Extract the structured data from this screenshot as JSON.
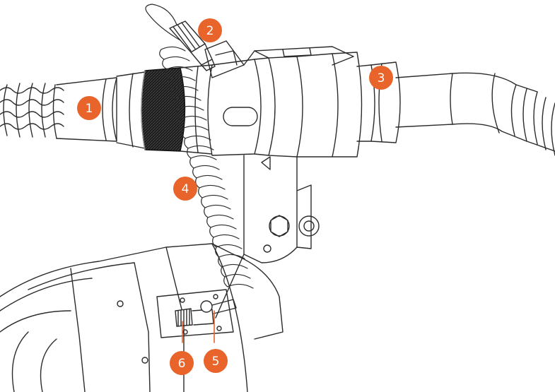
{
  "diagram": {
    "accent_color": "#E8642A",
    "line_color": "#2b2b2b",
    "callouts": [
      {
        "id": "1",
        "label": "1"
      },
      {
        "id": "2",
        "label": "2"
      },
      {
        "id": "3",
        "label": "3"
      },
      {
        "id": "4",
        "label": "4"
      },
      {
        "id": "5",
        "label": "5"
      },
      {
        "id": "6",
        "label": "6"
      }
    ]
  }
}
